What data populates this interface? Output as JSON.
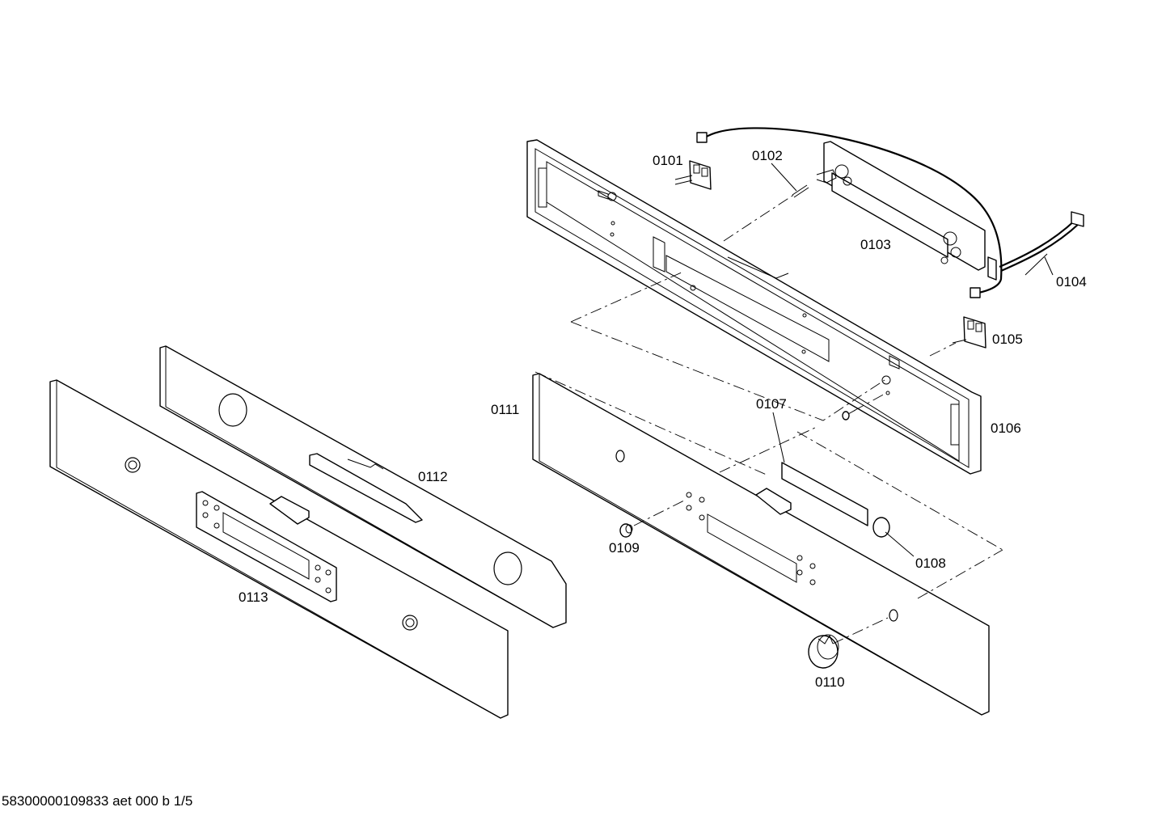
{
  "callouts": {
    "p0101": "0101",
    "p0102": "0102",
    "p0103": "0103",
    "p0104": "0104",
    "p0105": "0105",
    "p0106": "0106",
    "p0107": "0107",
    "p0108": "0108",
    "p0109": "0109",
    "p0110": "0110",
    "p0111": "0111",
    "p0112": "0112",
    "p0113": "0113"
  },
  "footer": "58300000109833 aet 000 b 1/5"
}
